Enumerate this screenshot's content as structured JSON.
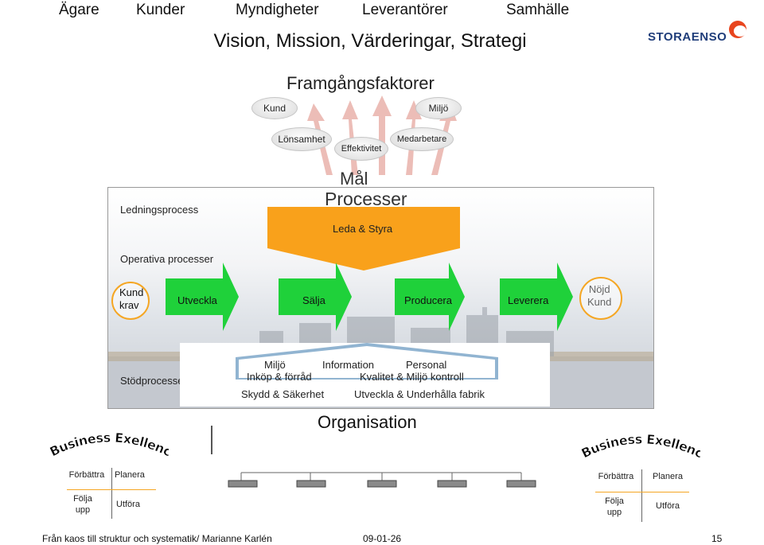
{
  "nav": [
    "Ägare",
    "Kunder",
    "Myndigheter",
    "Leverantörer",
    "Samhälle"
  ],
  "title": "Vision, Mission, Värderingar, Strategi",
  "logo_text": "STORAENSO",
  "success_factors": {
    "title": "Framgångsfaktorer",
    "items": [
      "Kund",
      "Miljö",
      "Lönsamhet",
      "Effektivitet",
      "Medarbetare"
    ]
  },
  "processes": {
    "heading_line1": "Mål",
    "heading_line2": "Processer",
    "leda_styra": "Leda & Styra",
    "ledningsprocess": "Ledningsprocess",
    "operativa": "Operativa processer",
    "customer_req": [
      "Kund",
      "krav"
    ],
    "steps": [
      "Utveckla",
      "Sälja",
      "Producera",
      "Leverera"
    ],
    "satisfied": [
      "Nöjd",
      "Kund"
    ],
    "stodprocesser": "Stödprocesser",
    "support_items": [
      "Miljö",
      "Information",
      "Personal",
      "Inköp & förråd",
      "Kvalitet & Miljö kontroll",
      "Skydd & Säkerhet",
      "Utveckla & Underhålla fabrik"
    ]
  },
  "organisation": "Organisation",
  "business_excellence": "Business Exellence",
  "cycle": [
    "Förbättra",
    "Planera",
    "Följa",
    "upp",
    "Utföra"
  ],
  "footer": {
    "left": "Från kaos till struktur och systematik/ Marianne Karlén",
    "date": "09-01-26",
    "page": "15"
  },
  "colors": {
    "orange": "#f9a11b",
    "green": "#1fd13a",
    "logo_blue": "#1f3d7a",
    "logo_red": "#e8451e"
  }
}
